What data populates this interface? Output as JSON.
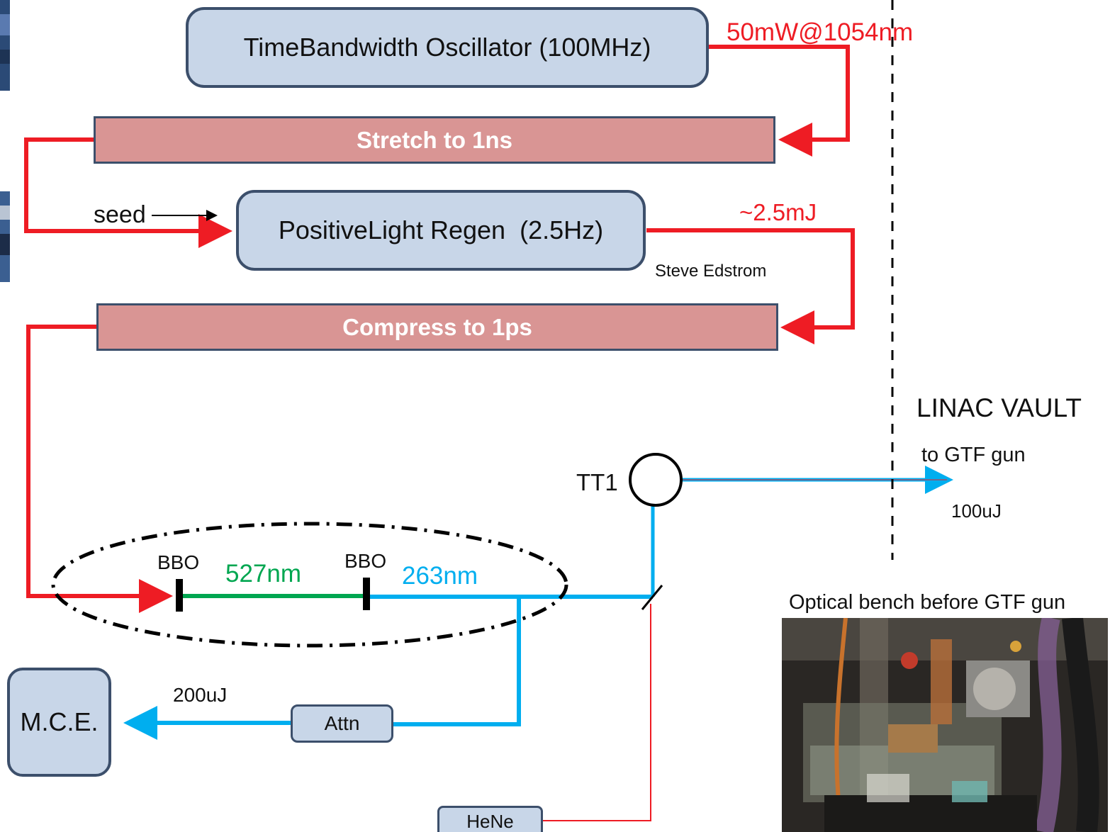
{
  "blocks": {
    "oscillator": "TimeBandwidth Oscillator (100MHz)",
    "stretch": "Stretch to 1ns",
    "regen": "PositiveLight Regen  (2.5Hz)",
    "compress": "Compress to 1ps",
    "mce": "M.C.E.",
    "attn": "Attn",
    "hene": "HeNe"
  },
  "labels": {
    "osc_output": "50mW@1054nm",
    "regen_output": "~2.5mJ",
    "seed": "seed",
    "regen_credit": "Steve Edstrom",
    "bbo_left": "BBO",
    "bbo_right": "BBO",
    "green_wavelength": "527nm",
    "uv_wavelength": "263nm",
    "tt1": "TT1",
    "mce_energy": "200uJ",
    "linac_vault": "LINAC VAULT",
    "to_gun": "to GTF gun",
    "gun_energy": "100uJ",
    "photo_caption": "Optical bench before GTF gun"
  },
  "colors": {
    "ir_beam": "#ee1c24",
    "green_beam": "#00a650",
    "uv_beam": "#00aeef",
    "box_fill": "#c8d6e8",
    "box_border": "#3c4f6b",
    "bar_fill": "#d99594"
  }
}
